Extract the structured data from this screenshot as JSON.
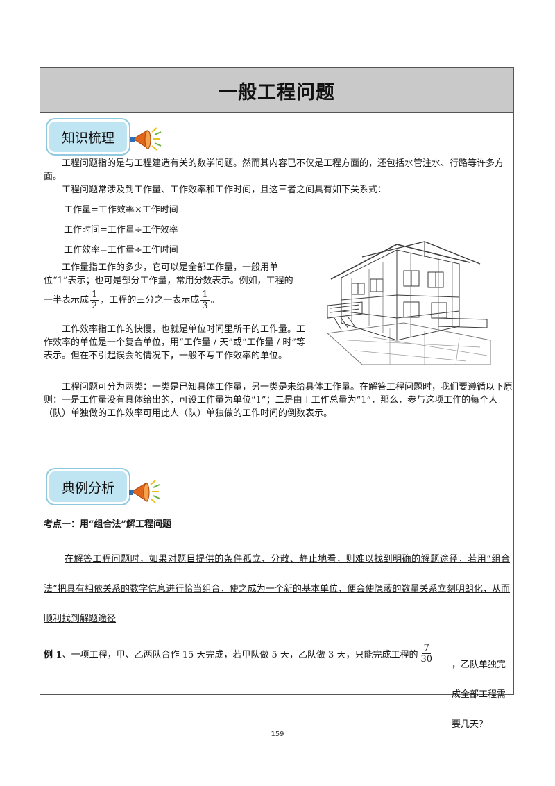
{
  "title": "一般工程问题",
  "section1": {
    "heading": "知识梳理"
  },
  "section2": {
    "heading": "典例分析"
  },
  "intro": {
    "p1": "工程问题指的是与工程建造有关的数学问题。然而其内容已不仅是工程方面的，还包括水管注水、行路等许多方面。",
    "p2": "工程问题常涉及到工作量、工作效率和工作时间，且这三者之间具有如下关系式："
  },
  "formulas": [
    "工作量=工作效率×工作时间",
    "工作时间=工作量÷工作效率",
    "工作效率=工作量÷工作时间"
  ],
  "work_amount": {
    "text_a": "工作量指工作的多少，它可以是全部工作量，一般用单位“1”表示；也可是部分工作量，常用分数表示。例如，工程的",
    "text_b": "一半表示成",
    "half_num": "1",
    "half_den": "2",
    "text_c": "，工程的三分之一表示成",
    "third_num": "1",
    "third_den": "3",
    "text_d": "。"
  },
  "efficiency": "工作效率指工作的快慢，也就是单位时间里所干的工作量。工作效率的单位是一个复合单位，用“工作量 / 天”或“工作量 / 时”等表示。但在不引起误会的情况下，一般不写工作效率的单位。",
  "categories": "工程问题可分为两类：一类是已知具体工作量，另一类是未给具体工作量。在解答工程问题时，我们要遵循以下原则：一是工作量没有具体给出的，可设工作量为单位“1”；二是由于工作总量为“1”，那么，参与这项工作的每个人（队）单独做的工作效率可用此人（队）单独做的工作时间的倒数表示。",
  "point1": {
    "label": "考点一：用“组合法”解工程问题",
    "desc": "在解答工程问题时，如果对题目提供的条件孤立、分散、静止地看，则难以找到明确的解题途径，若用“组合法”把具有相依关系的数学信息进行恰当组合，使之成为一个新的基本单位，便会使隐蔽的数量关系立刻明朗化，从而顺利找到解题途径"
  },
  "example1": {
    "label": "例 1",
    "text_a": "、一项工程，甲、乙两队合作 15 天完成，若甲队做 5 天，乙队做 3 天，只能完成工程的",
    "frac_num": "7",
    "frac_den": "30",
    "text_b": "，乙队单独完成全部工程需要几天？"
  },
  "page_number": "159",
  "colors": {
    "title_bg": "#c9c9c9",
    "badge_bg": "#bfe4f2",
    "badge_border": "#8ec9df",
    "speaker": "#e0661c"
  }
}
